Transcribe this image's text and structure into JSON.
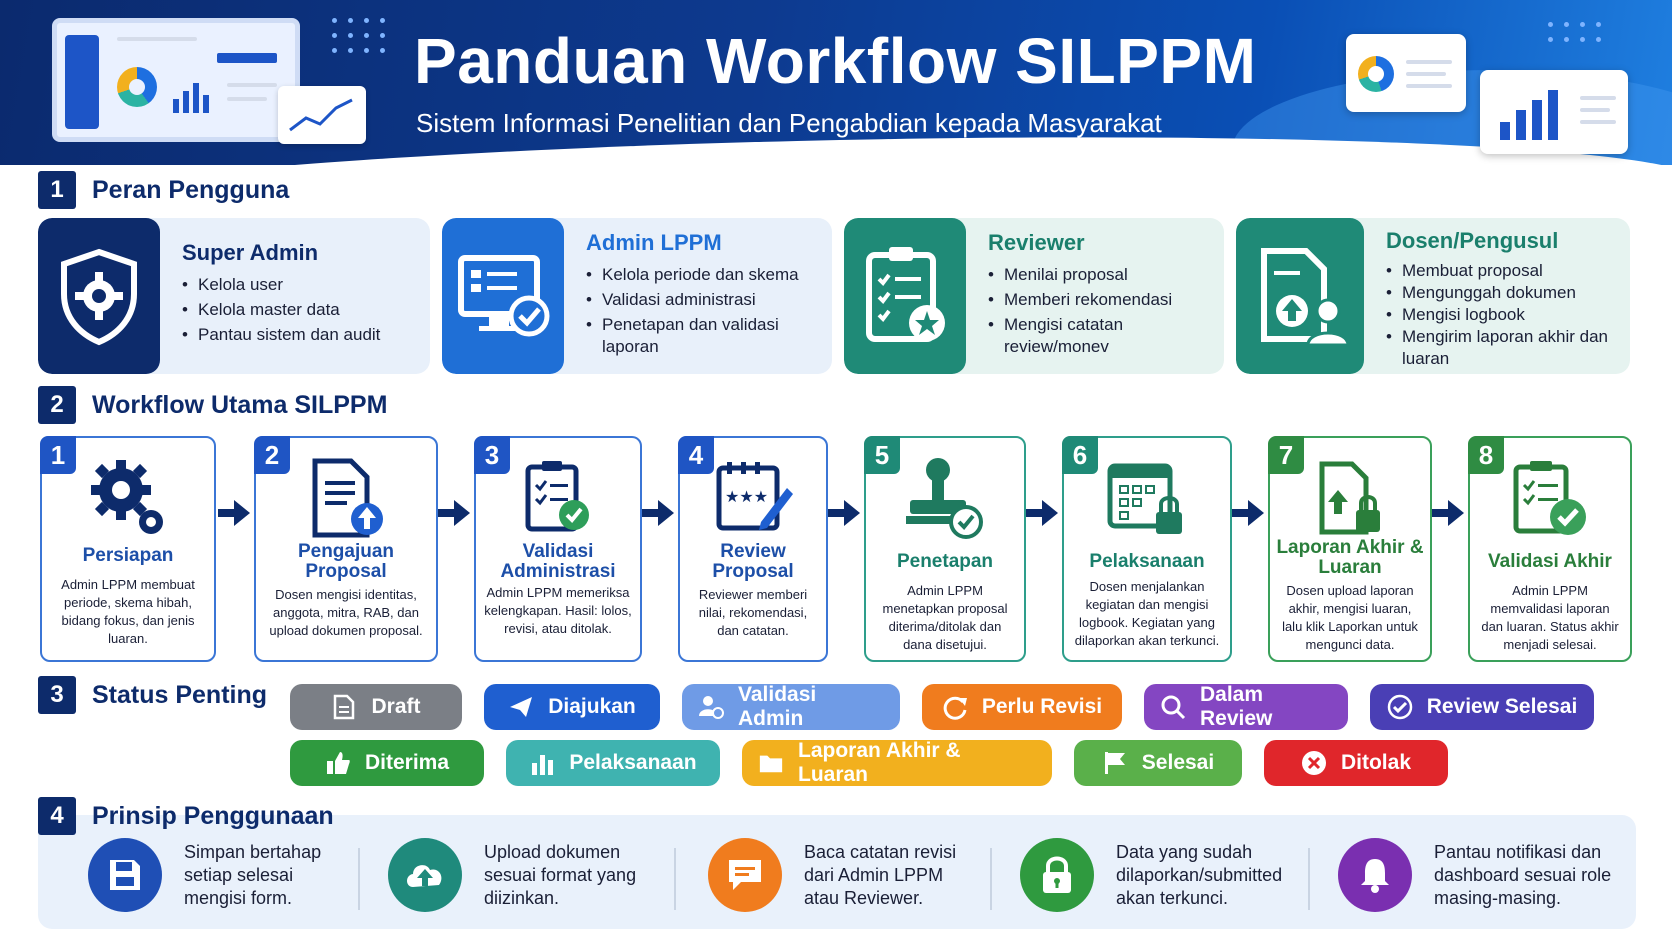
{
  "header": {
    "title": "Panduan Workflow SILPPM",
    "subtitle": "Sistem Informasi Penelitian dan Pengabdian kepada Masyarakat"
  },
  "sections": {
    "s1": {
      "num": "1",
      "label": "Peran Pengguna"
    },
    "s2": {
      "num": "2",
      "label": "Workflow Utama SILPPM"
    },
    "s3": {
      "num": "3",
      "label": "Status Penting"
    },
    "s4": {
      "num": "4",
      "label": "Prinsip Penggunaan"
    }
  },
  "roles": [
    {
      "title": "Super Admin",
      "items": [
        "Kelola user",
        "Kelola master data",
        "Pantau sistem dan audit"
      ],
      "icon": "shield-gear-icon",
      "color": "#0d2b6b"
    },
    {
      "title": "Admin LPPM",
      "items": [
        "Kelola periode dan skema",
        "Validasi administrasi",
        "Penetapan dan validasi laporan"
      ],
      "icon": "monitor-check-icon",
      "color": "#1f6fd6"
    },
    {
      "title": "Reviewer",
      "items": [
        "Menilai proposal",
        "Memberi rekomendasi",
        "Mengisi catatan review/monev"
      ],
      "icon": "clipboard-star-icon",
      "color": "#1f8a77"
    },
    {
      "title": "Dosen/Pengusul",
      "items": [
        "Membuat proposal",
        "Mengunggah dokumen",
        "Mengisi logbook",
        "Mengirim laporan akhir dan luaran"
      ],
      "icon": "document-upload-user-icon",
      "color": "#1f8a77"
    }
  ],
  "steps": [
    {
      "num": "1",
      "title": "Persiapan",
      "desc": "Admin LPPM membuat periode, skema hibah, bidang fokus, dan jenis luaran.",
      "icon": "gears-icon"
    },
    {
      "num": "2",
      "title": "Pengajuan Proposal",
      "desc": "Dosen mengisi identitas, anggota, mitra, RAB, dan upload dokumen proposal.",
      "icon": "document-upload-icon"
    },
    {
      "num": "3",
      "title": "Validasi Administrasi",
      "desc": "Admin LPPM memeriksa kelengkapan. Hasil: lolos, revisi, atau ditolak.",
      "icon": "clipboard-check-icon"
    },
    {
      "num": "4",
      "title": "Review Proposal",
      "desc": "Reviewer memberi nilai, rekomendasi, dan catatan.",
      "icon": "rating-pen-icon"
    },
    {
      "num": "5",
      "title": "Penetapan",
      "desc": "Admin LPPM menetapkan proposal diterima/ditolak dan dana disetujui.",
      "icon": "stamp-icon"
    },
    {
      "num": "6",
      "title": "Pelaksanaan",
      "desc": "Dosen menjalankan kegiatan dan mengisi logbook. Kegiatan yang dilaporkan akan terkunci.",
      "icon": "calendar-lock-icon"
    },
    {
      "num": "7",
      "title": "Laporan Akhir & Luaran",
      "desc": "Dosen upload laporan akhir, mengisi luaran, lalu klik Laporkan untuk mengunci data.",
      "icon": "report-lock-icon"
    },
    {
      "num": "8",
      "title": "Validasi Akhir",
      "desc": "Admin LPPM memvalidasi laporan dan luaran. Status akhir menjadi selesai.",
      "icon": "clipboard-final-check-icon"
    }
  ],
  "statuses": [
    {
      "label": "Draft",
      "color": "#7b7f86",
      "icon": "document-icon"
    },
    {
      "label": "Diajukan",
      "color": "#1f5fd0",
      "icon": "send-icon"
    },
    {
      "label": "Validasi Admin",
      "color": "#6f9be6",
      "icon": "user-check-icon"
    },
    {
      "label": "Perlu Revisi",
      "color": "#f07c1e",
      "icon": "refresh-icon"
    },
    {
      "label": "Dalam Review",
      "color": "#8446c2",
      "icon": "search-icon"
    },
    {
      "label": "Review Selesai",
      "color": "#4a3fb5",
      "icon": "check-circle-icon"
    },
    {
      "label": "Diterima",
      "color": "#2f9a3f",
      "icon": "thumbs-up-icon"
    },
    {
      "label": "Pelaksanaan",
      "color": "#3fb3b0",
      "icon": "bar-chart-icon"
    },
    {
      "label": "Laporan Akhir & Luaran",
      "color": "#f2b01e",
      "icon": "folder-icon"
    },
    {
      "label": "Selesai",
      "color": "#5ab04a",
      "icon": "flag-icon"
    },
    {
      "label": "Ditolak",
      "color": "#e0262b",
      "icon": "x-circle-icon"
    }
  ],
  "principles": [
    {
      "text": "Simpan bertahap setiap selesai mengisi form.",
      "color": "#1f4fb5",
      "icon": "save-icon"
    },
    {
      "text": "Upload dokumen sesuai format yang diizinkan.",
      "color": "#1f8a7c",
      "icon": "cloud-upload-icon"
    },
    {
      "text": "Baca catatan revisi dari Admin LPPM atau Reviewer.",
      "color": "#f07c1e",
      "icon": "message-icon"
    },
    {
      "text": "Data yang sudah dilaporkan/submitted akan terkunci.",
      "color": "#2f9a3f",
      "icon": "lock-icon"
    },
    {
      "text": "Pantau notifikasi dan dashboard sesuai role masing-masing.",
      "color": "#7a2fb0",
      "icon": "bell-icon"
    }
  ]
}
